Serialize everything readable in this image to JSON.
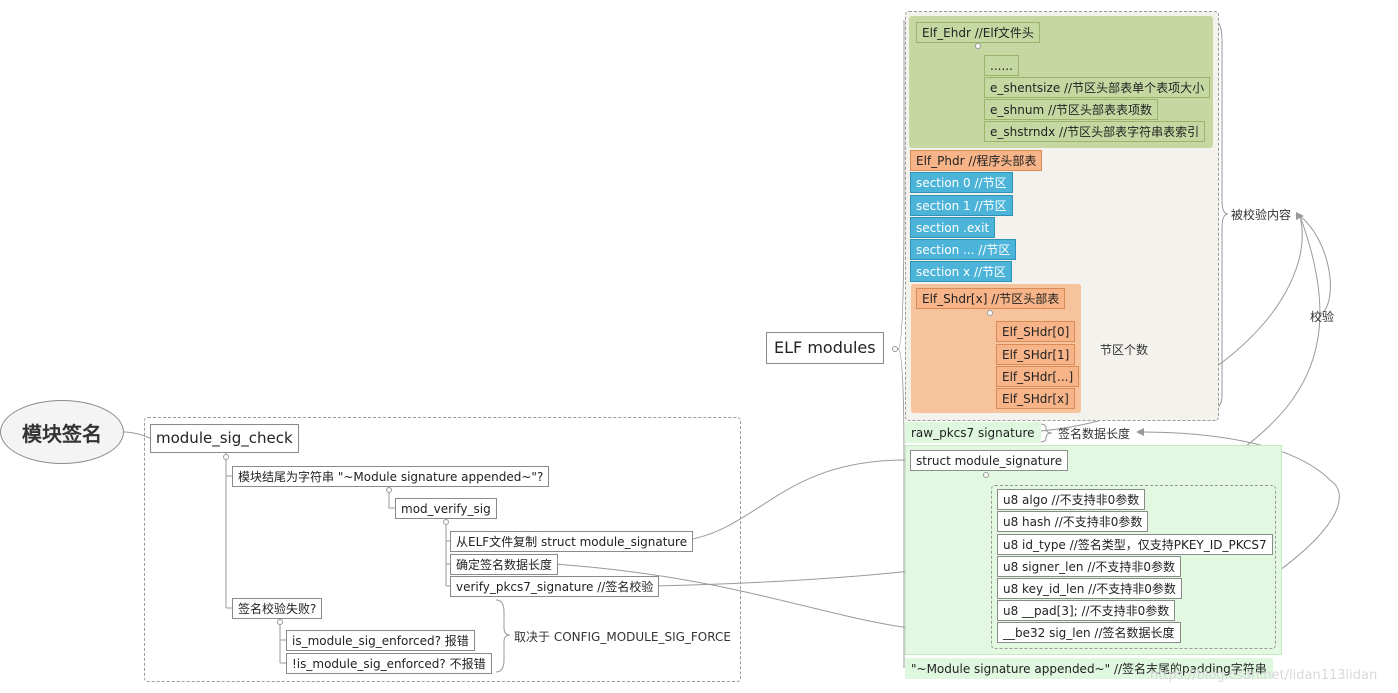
{
  "root": {
    "label": "模块签名"
  },
  "module_sig_check": {
    "label": "module_sig_check",
    "branch_append": "模块结尾为字符串 \"~Module signature appended~\"?",
    "mod_verify_sig": "mod_verify_sig",
    "steps": [
      "从ELF文件复制 struct module_signature",
      "确定签名数据长度",
      "verify_pkcs7_signature //签名校验"
    ],
    "branch_fail": "签名校验失败?",
    "fail_items": [
      "is_module_sig_enforced? 报错",
      "!is_module_sig_enforced? 不报错"
    ],
    "fail_note": "取决于 CONFIG_MODULE_SIG_FORCE"
  },
  "elf": {
    "label": "ELF modules",
    "ehdr": {
      "label": "Elf_Ehdr //Elf文件头",
      "items": [
        "......",
        "e_shentsize //节区头部表单个表项大小",
        "e_shnum //节区头部表表项数",
        "e_shstrndx //节区头部表字符串表索引"
      ]
    },
    "phdr": "Elf_Phdr //程序头部表",
    "sections": [
      "section 0 //节区",
      "section 1 //节区",
      "section .exit",
      "section ... //节区",
      "section x //节区"
    ],
    "shdr": {
      "label": "Elf_Shdr[x] //节区头部表",
      "items": [
        "Elf_SHdr[0]",
        "Elf_SHdr[1]",
        "Elf_SHdr[...]",
        "Elf_SHdr[x]"
      ]
    },
    "raw_pkcs7": "raw_pkcs7 signature",
    "module_signature": {
      "label": "struct module_signature",
      "fields": [
        "u8 algo  //不支持非0参数",
        "u8 hash  //不支持非0参数",
        "u8 id_type //签名类型，仅支持PKEY_ID_PKCS7",
        "u8 signer_len  //不支持非0参数",
        "u8 key_id_len  //不支持非0参数",
        "u8 __pad[3];  //不支持非0参数",
        "__be32 sig_len //签名数据长度"
      ]
    },
    "magic": "\"~Module signature appended~\" //签名末尾的padding字符串"
  },
  "annotations": {
    "checked_content": "被校验内容",
    "verify": "校验",
    "section_count": "节区个数",
    "sig_data_len": "签名数据长度"
  },
  "watermark": "https://blog.csdn.net/lidan113lidan"
}
